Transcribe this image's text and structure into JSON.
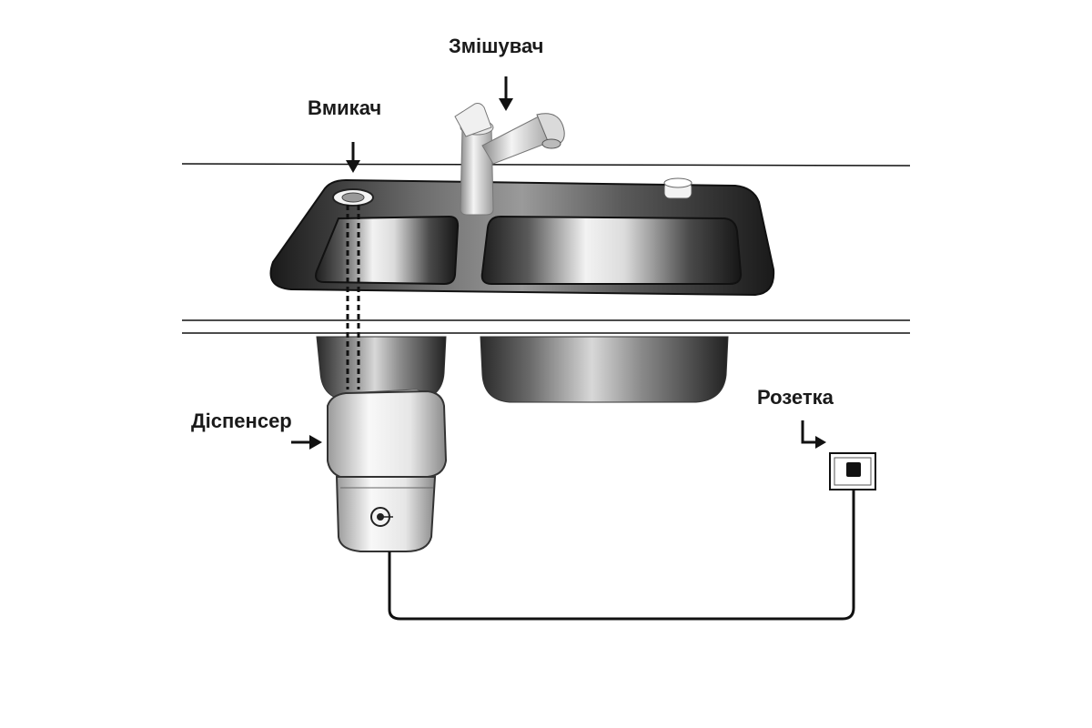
{
  "labels": {
    "mixer": "Змішувач",
    "switch": "Вмикач",
    "dispenser": "Діспенсер",
    "socket": "Розетка"
  },
  "colors": {
    "ink": "#111111",
    "background": "#ffffff",
    "steel_dark": "#2b2b2b",
    "steel_light": "#e6e6e6"
  }
}
